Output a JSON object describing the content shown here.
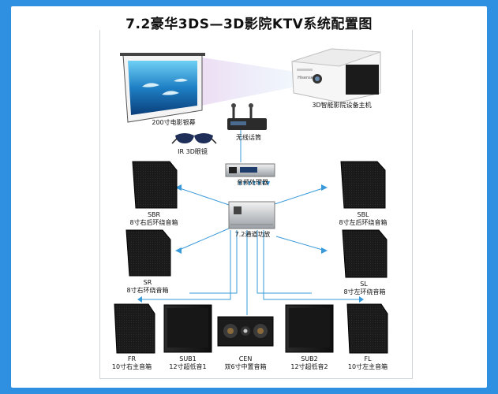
{
  "title": "7.2豪华3DS—3D影院KTV系统配置图",
  "components": {
    "screen": {
      "label": "200寸电影银幕"
    },
    "projector": {
      "label": "3D智能影院设备主机",
      "brand": "Hisense"
    },
    "glasses": {
      "label": "IR  3D眼镜"
    },
    "mic": {
      "label": "无线话筒"
    },
    "processor": {
      "label": "音频处理器"
    },
    "amplifier": {
      "label": "7.2通道功放"
    },
    "sbr": {
      "code": "SBR",
      "label": "8寸右后环绕音箱"
    },
    "sbl": {
      "code": "SBL",
      "label": "8寸左后环绕音箱"
    },
    "sr": {
      "code": "SR",
      "label": "8寸右环绕音箱"
    },
    "sl": {
      "code": "SL",
      "label": "8寸左环绕音箱"
    },
    "fr": {
      "code": "FR",
      "label": "10寸右主音箱"
    },
    "sub1": {
      "code": "SUB1",
      "label": "12寸超低音1"
    },
    "cen": {
      "code": "CEN",
      "label": "双6寸中置音箱"
    },
    "sub2": {
      "code": "SUB2",
      "label": "12寸超低音2"
    },
    "fl": {
      "code": "FL",
      "label": "10寸左主音箱"
    }
  },
  "colors": {
    "background": "#2f8fe0",
    "connector": "#3a9ad9",
    "speaker": "#1c1c1c"
  }
}
